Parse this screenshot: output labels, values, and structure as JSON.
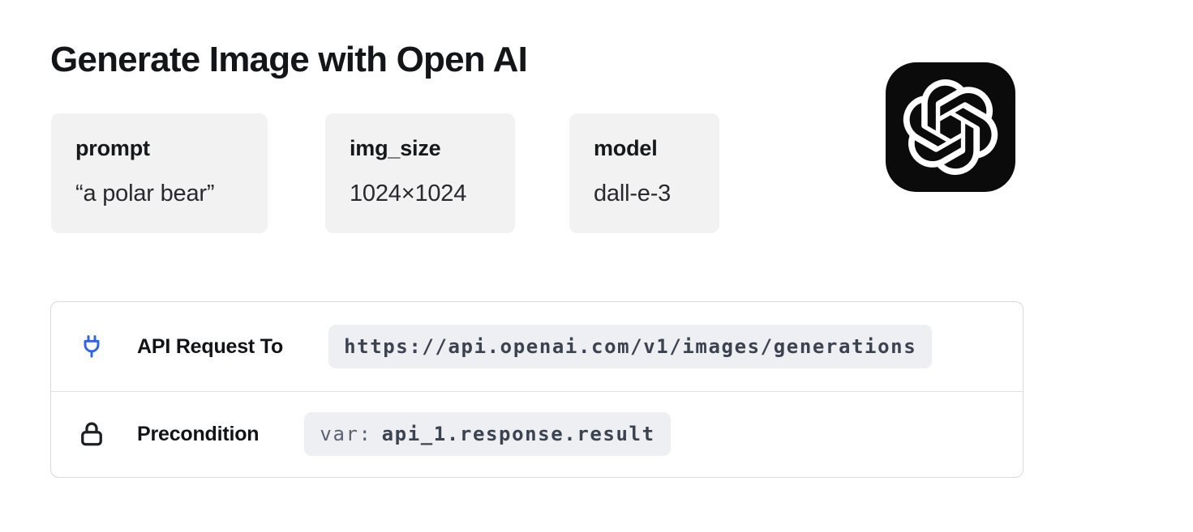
{
  "header": {
    "title": "Generate Image with Open AI"
  },
  "params": [
    {
      "name": "prompt",
      "value": "“a polar bear”"
    },
    {
      "name": "img_size",
      "value": "1024×1024"
    },
    {
      "name": "model",
      "value": "dall-e-3"
    }
  ],
  "logo": {
    "name": "OpenAI",
    "tile_color": "#0b0b0b",
    "glyph_color": "#ffffff"
  },
  "request_card": {
    "rows": [
      {
        "icon": "plug-icon",
        "label": "API Request To",
        "value": "https://api.openai.com/v1/images/generations"
      },
      {
        "icon": "lock-icon",
        "label": "Precondition",
        "value_prefix": "var:",
        "value": "api_1.response.result"
      }
    ]
  },
  "colors": {
    "accent_blue": "#2a63f0",
    "icon_black": "#1d2025",
    "chip_background": "#edeff2",
    "code_text": "#3c4350"
  }
}
